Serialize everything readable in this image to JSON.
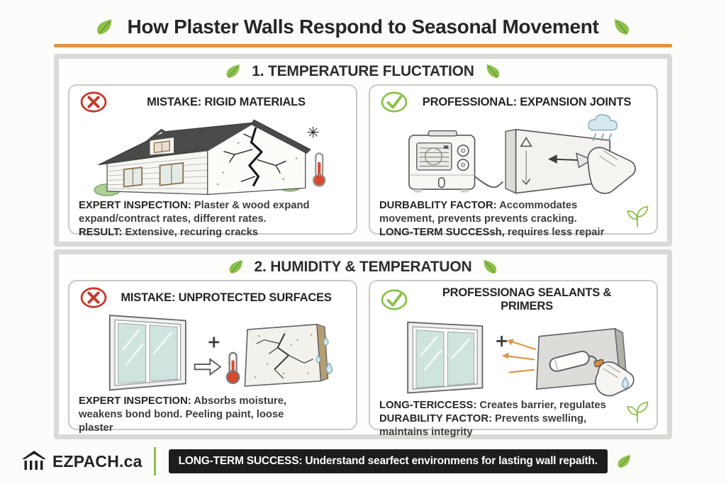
{
  "header": {
    "title": "How Plaster Walls Respond to Seasonal Movement"
  },
  "sections": [
    {
      "title": "1. TEMPERATURE FLUCTATION",
      "cards": [
        {
          "kind": "mistake",
          "title": "MISTAKE: RIGID MATERIALS",
          "lines": [
            {
              "label": "EXPERT INSPECTION:",
              "text": " Plaster & wood expand expand/contract rates, different rates."
            },
            {
              "label": "RESULT:",
              "text": " Extensive, recuring cracks"
            }
          ]
        },
        {
          "kind": "professional",
          "title": "PROFESSIONAL: EXPANSION JOINTS",
          "lines": [
            {
              "label": "DURBABLITY FACTOR:",
              "text": " Accommodates movement, prevents prevents cracking."
            },
            {
              "label": "LONG-TERM SUCCESsh,",
              "text": " requires less repair"
            }
          ]
        }
      ]
    },
    {
      "title": "2. HUMIDITY & TEMPERATUON",
      "cards": [
        {
          "kind": "mistake",
          "title": "MISTAKE: UNPROTECTED SURFACES",
          "lines": [
            {
              "label": "EXPERT INSPECTION:",
              "text": " Absorbs moisture, weakens bond bond.  Peeling paint, loose plaster"
            }
          ]
        },
        {
          "kind": "professional",
          "title": "PROFESSIONAG SEALANTS & PRIMERS",
          "lines": [
            {
              "label": "LONG-TERICCESS:",
              "text": " Creates barrier, regulates"
            },
            {
              "label": "DURABILITY FACTOR:",
              "text": " Prevents swelling, maintains integrity"
            }
          ]
        }
      ]
    }
  ],
  "footer": {
    "brand": "EZPACH.ca",
    "banner_label": "LONG-TERM SUCCESS:",
    "banner_text": " Understand searfect environmens for lasting wall repaíth."
  },
  "icons": {
    "snowflake": "✳",
    "plus": "+"
  },
  "colors": {
    "accent_orange": "#e2913f",
    "leaf_green": "#8dc04b",
    "error_red": "#c4382c",
    "success_green": "#8bc34a",
    "banner_black": "#1d1d1b",
    "thermometer_red": "#d8492f"
  }
}
